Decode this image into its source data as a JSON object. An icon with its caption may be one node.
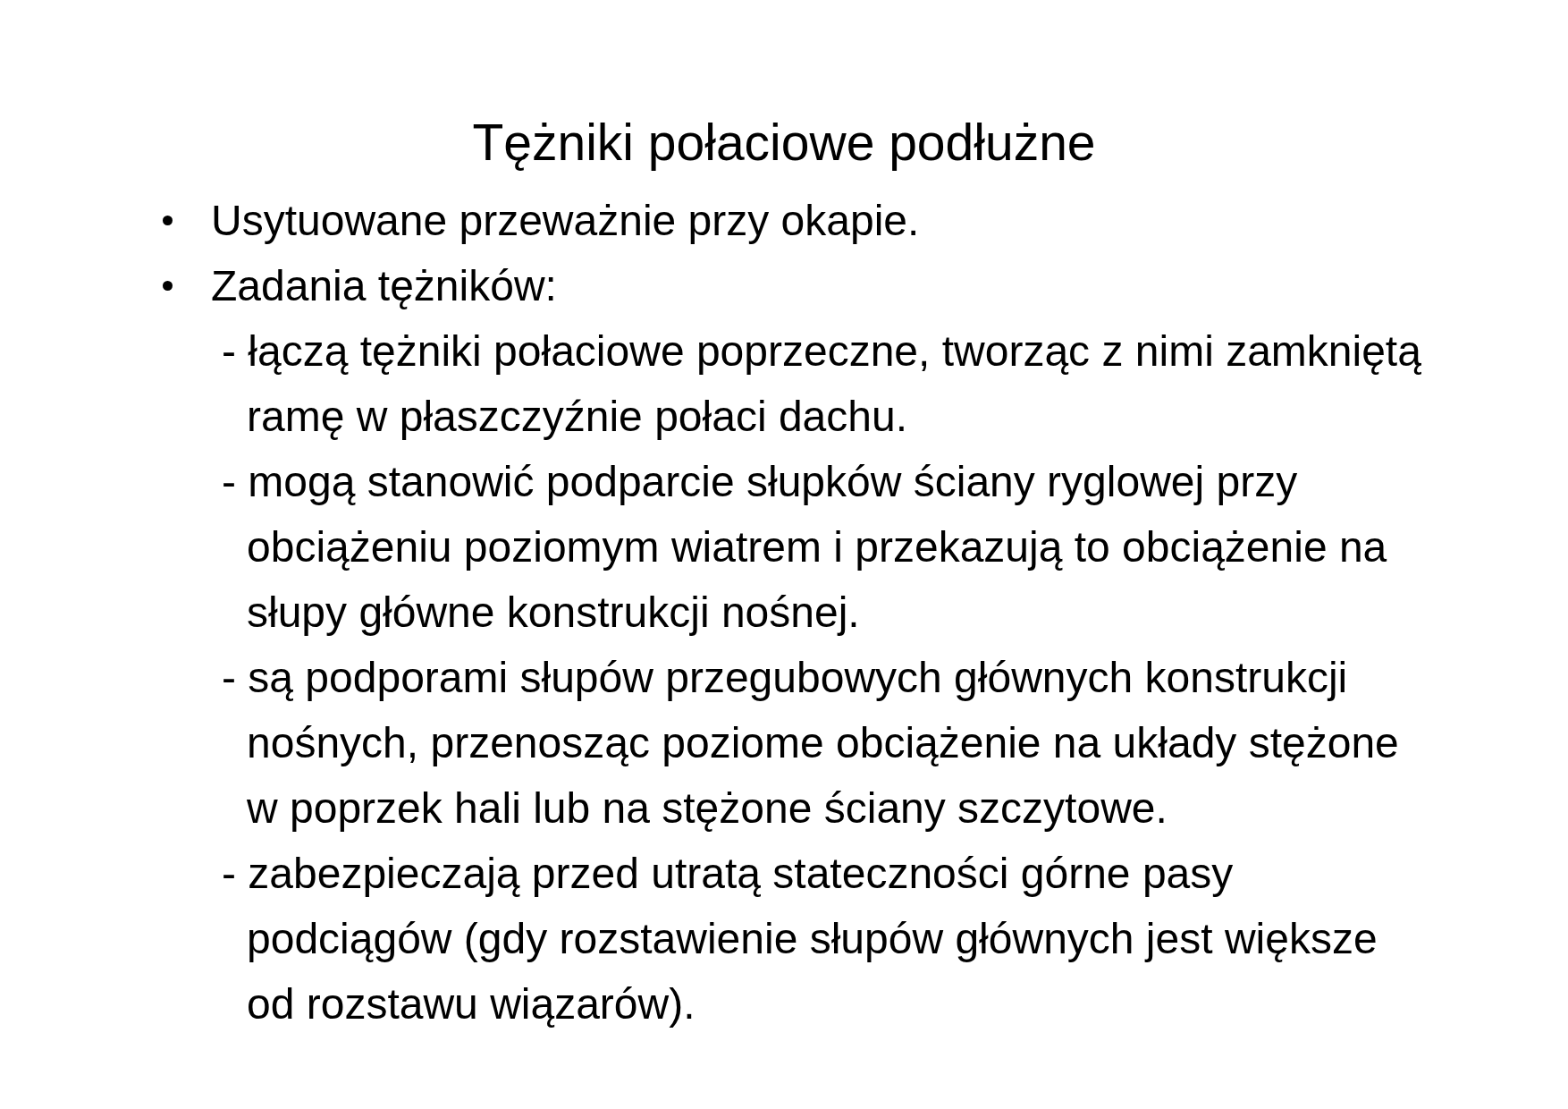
{
  "diagram": {
    "title": "Tężniki połaciowe podłużne",
    "labels": [
      "Usytuowane przeważnie przy okapie.",
      "Zadania tężników:",
      "- łączą tężniki połaciowe poprzeczne, tworząc z nimi zamkniętą ramę w płaszczyźnie połaci dachu.",
      "- mogą stanowić podparcie słupków ściany ryglowej przy obciążeniu poziomym wiatrem i przekazują to obciążenie na słupy główne konstrukcji nośnej.",
      "- są podporami słupów przegubowych głównych konstrukcji nośnych, przenosząc poziome obciążenie na układy stężone w poprzek hali lub na stężone ściany szczytowe.",
      "- zabezpieczają przed utratą stateczności górne pasy podciągów (gdy rozstawienie słupów głównych jest większe od rozstawu wiązarów)."
    ]
  }
}
